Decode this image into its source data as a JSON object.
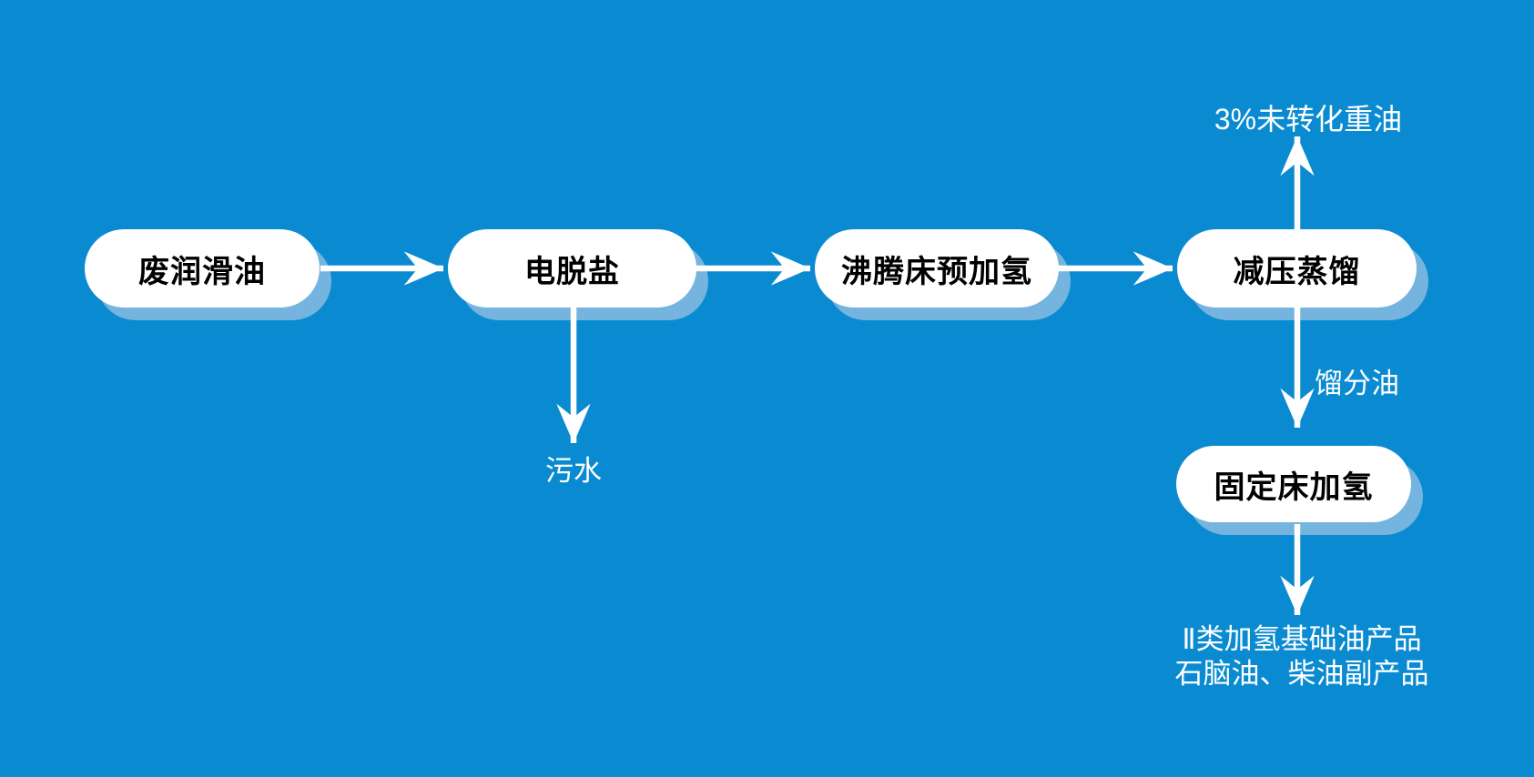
{
  "colors": {
    "background": "#0a8bd1",
    "node_fill": "#ffffff",
    "node_shadow": "#74b4de",
    "node_text": "#000000",
    "label_text": "#ffffff",
    "arrow": "#ffffff"
  },
  "diagram": {
    "type": "process-flowchart",
    "nodes": [
      {
        "id": "waste-lube-oil",
        "label": "废润滑油"
      },
      {
        "id": "electro-desalting",
        "label": "电脱盐"
      },
      {
        "id": "ebullated-bed-prehydro",
        "label": "沸腾床预加氢"
      },
      {
        "id": "vacuum-distillation",
        "label": "减压蒸馏"
      },
      {
        "id": "fixed-bed-hydro",
        "label": "固定床加氢"
      }
    ],
    "labels": {
      "unconverted_heavy_oil": "3%未转化重油",
      "wastewater": "污水",
      "distillate_oil": "馏分油",
      "product_line1": "Ⅱ类加氢基础油产品",
      "product_line2": "石脑油、柴油副产品"
    },
    "edges": [
      {
        "from": "waste-lube-oil",
        "to": "electro-desalting"
      },
      {
        "from": "electro-desalting",
        "to": "ebullated-bed-prehydro"
      },
      {
        "from": "ebullated-bed-prehydro",
        "to": "vacuum-distillation"
      },
      {
        "from": "electro-desalting",
        "to": "wastewater-output",
        "label": "污水"
      },
      {
        "from": "vacuum-distillation",
        "to": "heavy-oil-output",
        "label": "3%未转化重油"
      },
      {
        "from": "vacuum-distillation",
        "to": "fixed-bed-hydro",
        "label": "馏分油"
      },
      {
        "from": "fixed-bed-hydro",
        "to": "products-output",
        "label": "Ⅱ类加氢基础油产品 / 石脑油、柴油副产品"
      }
    ]
  }
}
